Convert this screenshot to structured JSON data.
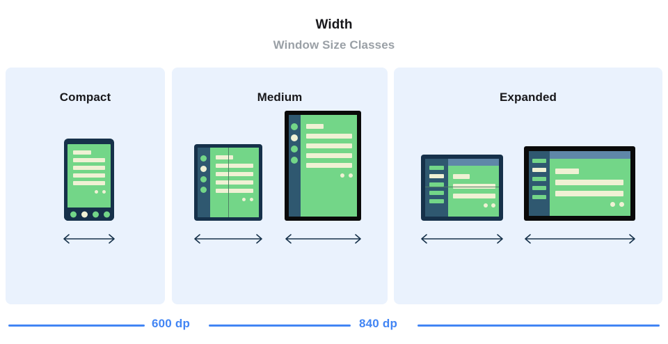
{
  "header": {
    "title": "Width",
    "subtitle": "Window Size Classes"
  },
  "panels": [
    {
      "id": "compact",
      "label": "Compact"
    },
    {
      "id": "medium",
      "label": "Medium"
    },
    {
      "id": "expanded",
      "label": "Expanded"
    }
  ],
  "measure": {
    "breakpoints": [
      {
        "label": "600 dp"
      },
      {
        "label": "840 dp"
      }
    ]
  },
  "colors": {
    "panel_background": "#eaf2fd",
    "page_background": "#ffffff",
    "title_text": "#18181b",
    "subtitle_text": "#9aa0a6",
    "breakpoint_blue": "#4285f4",
    "frame_navy": "#16314a",
    "frame_black": "#0a0a0a",
    "screen_green": "#73d688",
    "content_cream": "#f0f1d4",
    "nav_rail_slate": "#2f5870",
    "top_strip_blue": "#5f87a8",
    "arrow_navy": "#16314a"
  }
}
